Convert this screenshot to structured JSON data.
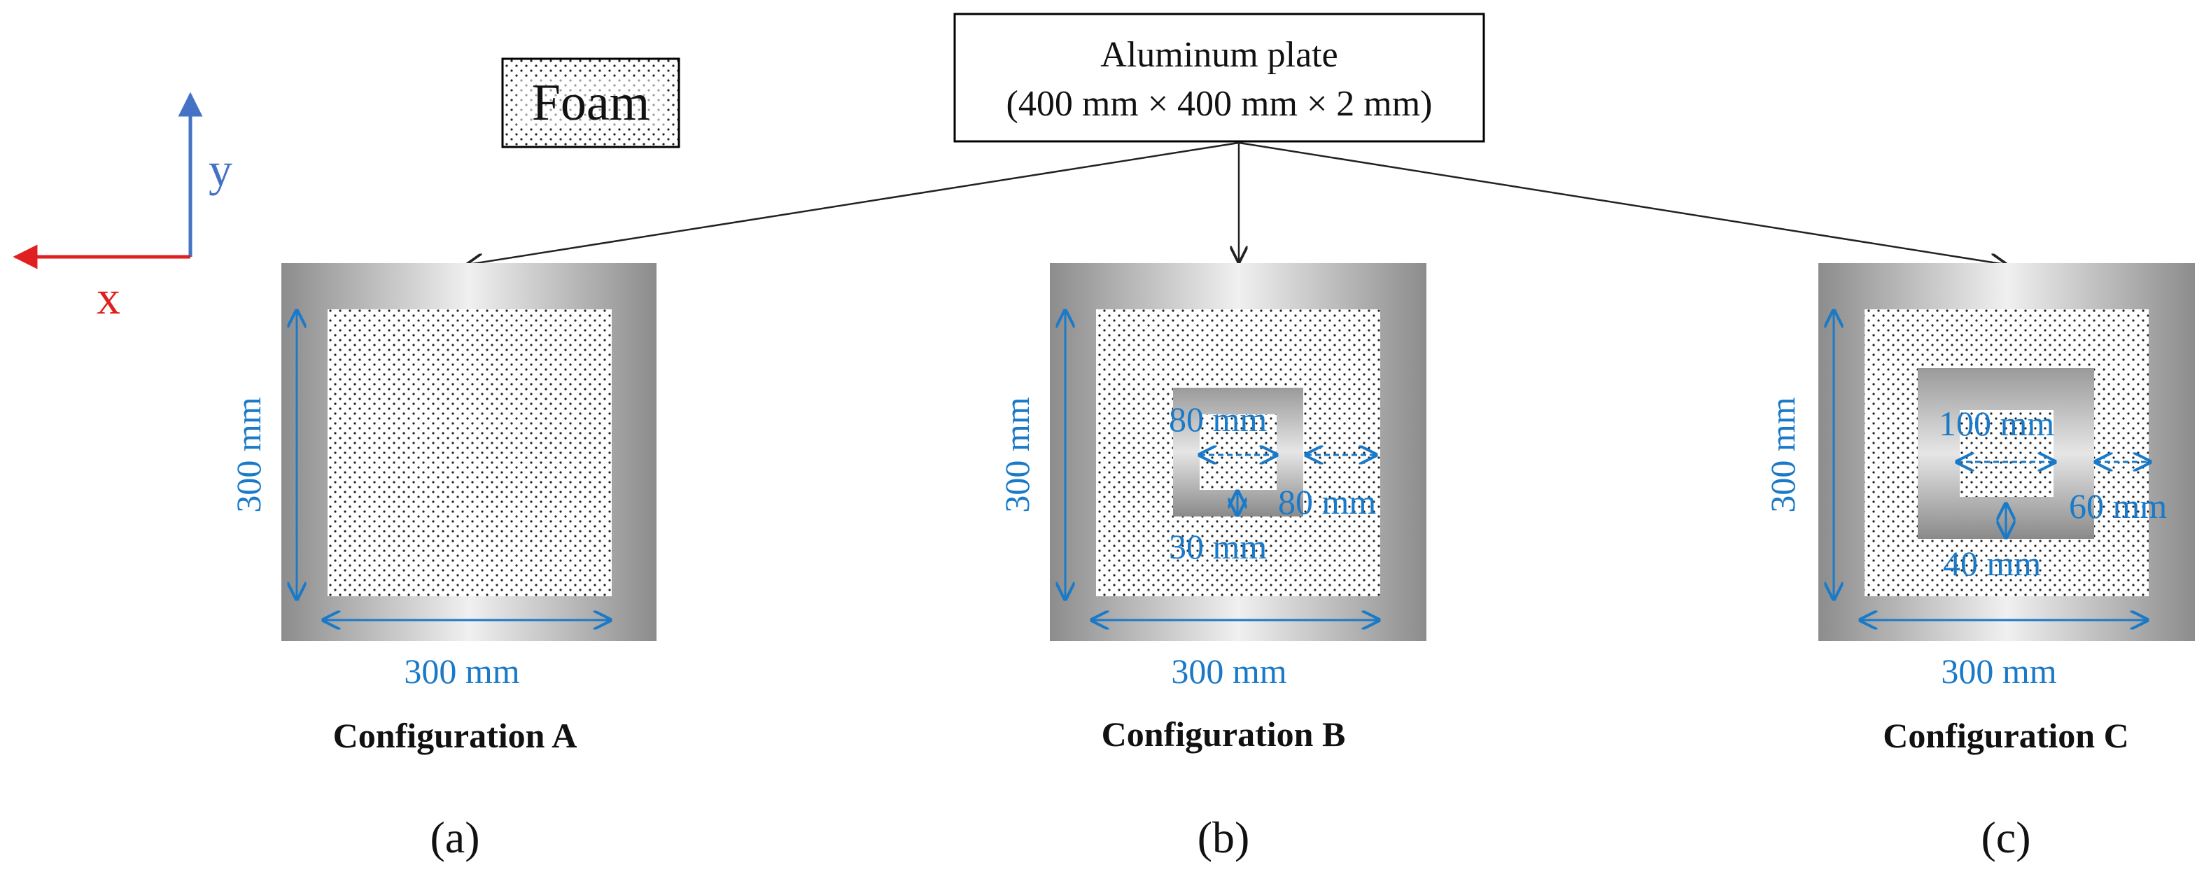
{
  "axes": {
    "x_label": "x",
    "y_label": "y",
    "x_color": "#e02020",
    "y_color": "#4472c4"
  },
  "legend": {
    "foam_label": "Foam"
  },
  "source_box": {
    "line1": "Aluminum plate",
    "line2": "(400 mm × 400 mm × 2 mm)"
  },
  "configs": [
    {
      "name": "Configuration A",
      "panel": "(a)",
      "width_label": "300 mm",
      "height_label": "300 mm"
    },
    {
      "name": "Configuration B",
      "panel": "(b)",
      "width_label": "300 mm",
      "height_label": "300 mm",
      "hole_label": "80 mm",
      "frame_gap_label": "80 mm",
      "ring_width_label": "30 mm"
    },
    {
      "name": "Configuration C",
      "panel": "(c)",
      "width_label": "300 mm",
      "height_label": "300 mm",
      "hole_label": "100 mm",
      "frame_gap_label": "60 mm",
      "ring_width_label": "40 mm"
    }
  ],
  "colors": {
    "dimension": "#1a7ac8",
    "aluminum_light": "#ececec",
    "aluminum_dark": "#8a8a8a"
  }
}
